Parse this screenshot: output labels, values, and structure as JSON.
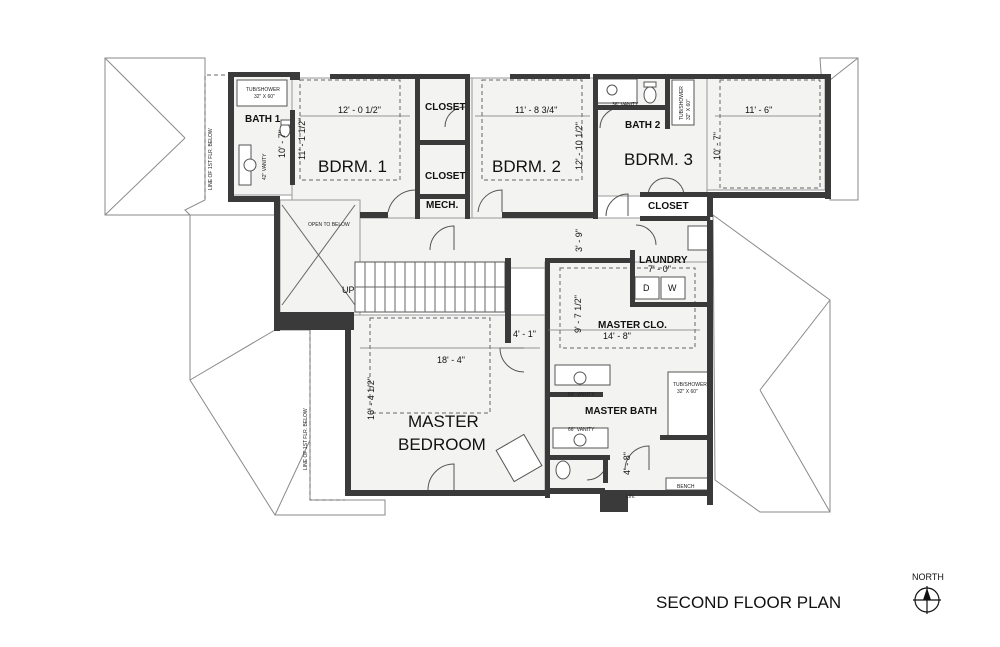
{
  "title": "SECOND FLOOR PLAN",
  "north_label": "NORTH",
  "rooms": {
    "bdrm1": "BDRM. 1",
    "bdrm2": "BDRM. 2",
    "bdrm3": "BDRM. 3",
    "master_bedroom_line1": "MASTER",
    "master_bedroom_line2": "BEDROOM",
    "bath1": "BATH 1",
    "bath2": "BATH 2",
    "closet1": "CLOSET",
    "closet2": "CLOSET",
    "closet3": "CLOSET",
    "mech": "MECH.",
    "laundry": "LAUNDRY",
    "master_clo": "MASTER CLO.",
    "master_bath": "MASTER BATH",
    "lin": "LIN."
  },
  "dimensions": {
    "bdrm1_width": "12' - 0 1/2\"",
    "bdrm1_depth": "11' - 1 1/2\"",
    "bdrm2_width": "11' - 8 3/4\"",
    "bdrm2_depth": "12' - 10 1/2\"",
    "bdrm3_width": "11' - 6\"",
    "bdrm3_depth": "10' - 7\"",
    "bath1_depth": "10' - 7\"",
    "hall_width": "3' - 9\"",
    "laundry_width": "7' - 0\"",
    "master_clo_width": "14' - 8\"",
    "master_clo_depth": "9' - 7 1/2\"",
    "master_bed_width": "18' - 4\"",
    "master_bed_depth": "16' - 4 1/2\"",
    "passage_width": "4' - 1\"",
    "bath_depth": "4' - 8\""
  },
  "labels": {
    "open_to_below": "OPEN TO BELOW",
    "up": "UP",
    "line_first_flr_1": "LINE OF 1ST FLR. BELOW",
    "line_first_flr_2": "LINE OF 1ST FLR. BELOW",
    "bath1_tub_1": "TUB/SHOWER",
    "bath1_tub_2": "32\" X 60\"",
    "bath1_vanity": "42\" VANITY",
    "bath2_vanity": "36\" VANITY",
    "bath2_tub_1": "TUB/SHOWER",
    "bath2_tub_2": "32\" X 60\"",
    "master_tub_1": "TUB/SHOWER",
    "master_tub_2": "32\" X 60\"",
    "master_vanity_1": "66\" VANITY",
    "master_vanity_2": "66\" VANITY",
    "bench": "BENCH",
    "dryer": "D",
    "washer": "W"
  }
}
